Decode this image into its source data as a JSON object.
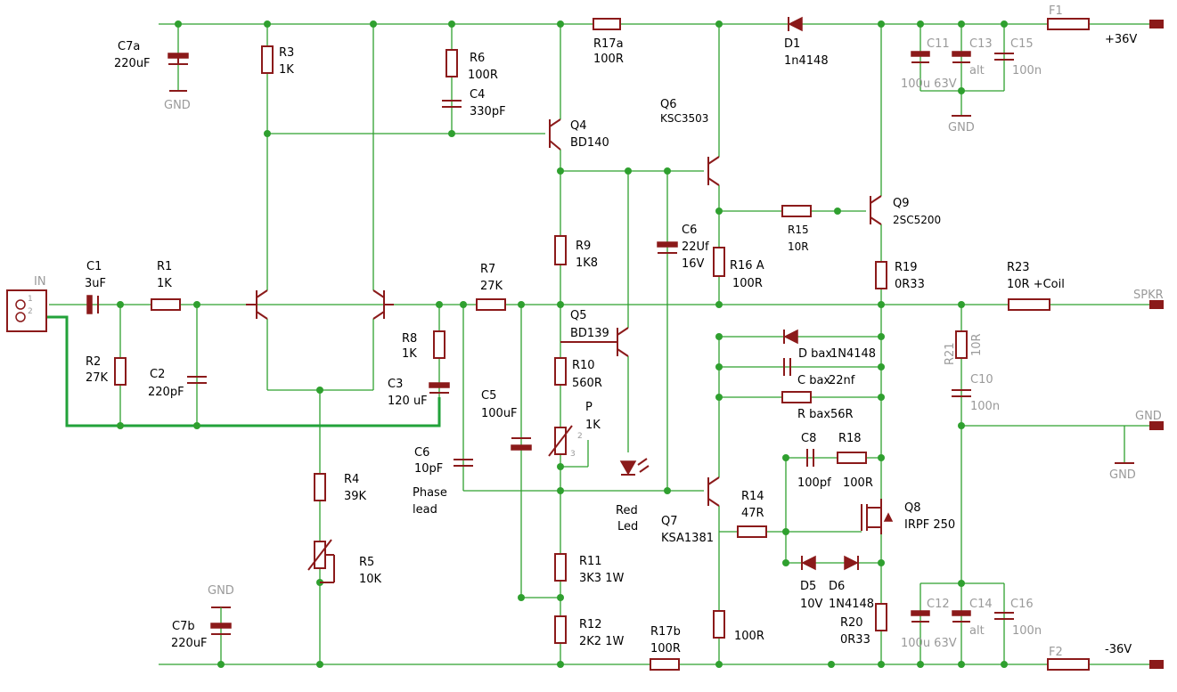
{
  "title": "",
  "connector": {
    "name": "IN",
    "pins": [
      "1",
      "2"
    ]
  },
  "components": {
    "C7a": {
      "ref": "C7a",
      "value": "220uF"
    },
    "R3": {
      "ref": "R3",
      "value": "1K"
    },
    "R6": {
      "ref": "R6",
      "value": "100R"
    },
    "C4": {
      "ref": "C4",
      "value": "330pF"
    },
    "Q4": {
      "ref": "Q4",
      "value": "BD140"
    },
    "R17a": {
      "ref": "R17a",
      "value": "100R"
    },
    "Q6": {
      "ref": "Q6",
      "value": "KSC3503"
    },
    "D1": {
      "ref": "D1",
      "value": "1n4148"
    },
    "C11": {
      "ref": "C11",
      "value": "100u 63V"
    },
    "C13": {
      "ref": "C13",
      "value": "alt"
    },
    "C15": {
      "ref": "C15",
      "value": "100n"
    },
    "F1": {
      "ref": "F1",
      "value": "+36V"
    },
    "R9": {
      "ref": "R9",
      "value": "1K8"
    },
    "C6a": {
      "ref": "C6",
      "value": "22Uf",
      "value2": "16V"
    },
    "R16": {
      "ref": "R16 A",
      "value": "100R"
    },
    "R15": {
      "ref": "R15",
      "value": "10R"
    },
    "Q9": {
      "ref": "Q9",
      "value": "2SC5200"
    },
    "R19": {
      "ref": "R19",
      "value": "0R33"
    },
    "R23": {
      "ref": "R23",
      "value": "10R +Coil"
    },
    "SPKR": {
      "ref": "SPKR"
    },
    "C1": {
      "ref": "C1",
      "value": "3uF"
    },
    "R1": {
      "ref": "R1",
      "value": "1K"
    },
    "R7": {
      "ref": "R7",
      "value": "27K"
    },
    "R2": {
      "ref": "R2",
      "value": "27K"
    },
    "C2": {
      "ref": "C2",
      "value": "220pF"
    },
    "R8": {
      "ref": "R8",
      "value": "1K"
    },
    "C3": {
      "ref": "C3",
      "value": "120 uF"
    },
    "C5": {
      "ref": "C5",
      "value": "100uF"
    },
    "Q5": {
      "ref": "Q5",
      "value": "BD139"
    },
    "R10": {
      "ref": "R10",
      "value": "560R"
    },
    "P": {
      "ref": "P",
      "value": "1K"
    },
    "Dbax": {
      "ref": "D bax",
      "value": "1N4148"
    },
    "Cbax": {
      "ref": "C bax",
      "value": "22nf"
    },
    "Rbax": {
      "ref": "R bax",
      "value": "56R"
    },
    "R21": {
      "ref": "R21",
      "value": "10R"
    },
    "C10": {
      "ref": "C10",
      "value": "100n"
    },
    "GNDout": {
      "ref": "GND"
    },
    "C6b": {
      "ref": "C6",
      "value": "10pF",
      "note1": "Phase",
      "note2": "lead"
    },
    "LED": {
      "ref": "Red",
      "value": "Led"
    },
    "C8": {
      "ref": "C8",
      "value": "100pf"
    },
    "R18": {
      "ref": "R18",
      "value": "100R"
    },
    "Q8": {
      "ref": "Q8",
      "value": "IRPF 250"
    },
    "Q7": {
      "ref": "Q7",
      "value": "KSA1381"
    },
    "R14": {
      "ref": "R14",
      "value": "47R"
    },
    "R4": {
      "ref": "R4",
      "value": "39K"
    },
    "R5": {
      "ref": "R5",
      "value": "10K"
    },
    "R11": {
      "ref": "R11",
      "value": "3K3 1W"
    },
    "R12": {
      "ref": "R12",
      "value": "2K2 1W"
    },
    "R17b": {
      "ref": "R17b",
      "value": "100R"
    },
    "R13": {
      "value": "100R"
    },
    "D5": {
      "ref": "D5",
      "value": "10V"
    },
    "D6": {
      "ref": "D6",
      "value": "1N4148"
    },
    "R20": {
      "ref": "R20",
      "value": "0R33"
    },
    "C7b": {
      "ref": "C7b",
      "value": "220uF"
    },
    "C12": {
      "ref": "C12",
      "value": "100u 63V"
    },
    "C14": {
      "ref": "C14",
      "value": "alt"
    },
    "C16": {
      "ref": "C16",
      "value": "100n"
    },
    "F2": {
      "ref": "F2",
      "value": "-36V"
    }
  },
  "gnd_label": "GND",
  "pot_pins": {
    "p2": "2",
    "p3": "3"
  },
  "colors": {
    "wire": "#2fa02f",
    "ground_wire": "#22a23a",
    "component": "#8b1a1a",
    "gray_text": "#9a9a9a"
  }
}
